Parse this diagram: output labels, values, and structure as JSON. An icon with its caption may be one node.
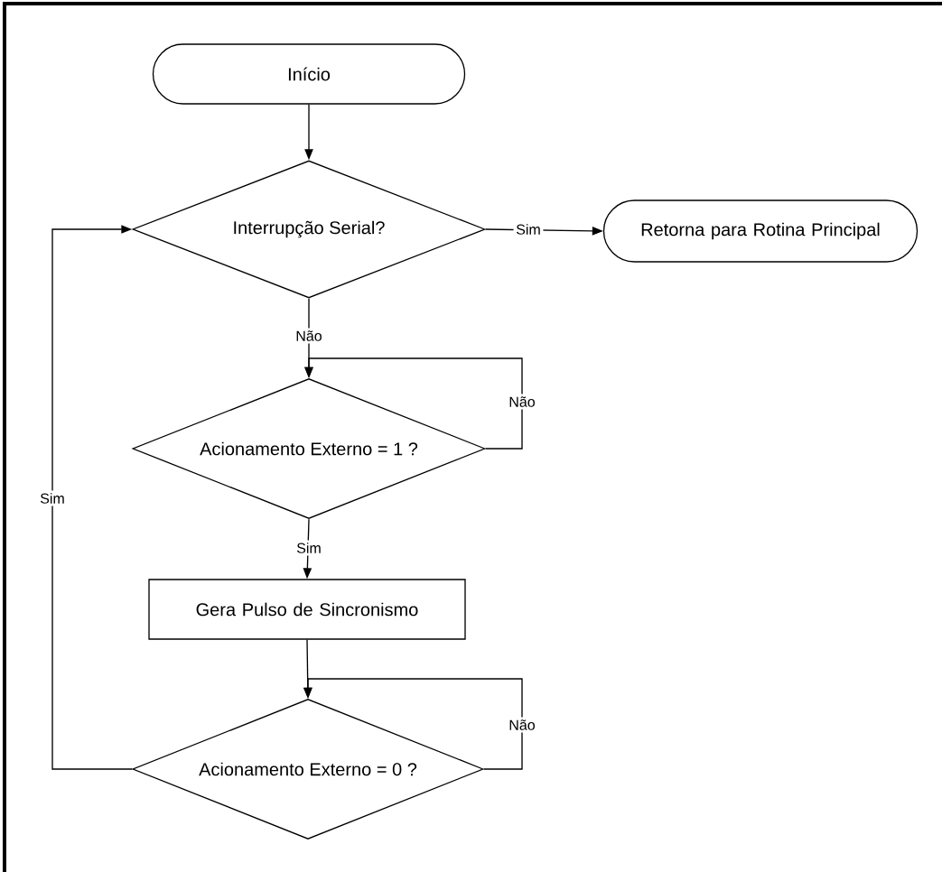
{
  "diagram": {
    "nodes": [
      {
        "text": [
          "Início"
        ]
      },
      {
        "text": [
          "Interrupção Serial?"
        ]
      },
      {
        "text": [
          "Retorna para Rotina Principal"
        ]
      },
      {
        "text": [
          "Acionamento Externo = 1 ?"
        ]
      },
      {
        "text": [
          "Gera Pulso de Sincronismo"
        ]
      },
      {
        "text": [
          "Acionamento Externo = 0 ?"
        ]
      }
    ],
    "edges": [
      {
        "from": 0,
        "to": 1,
        "arrow": "to"
      },
      {
        "from": 1,
        "to": 2,
        "arrow": "to",
        "label": "Sim"
      },
      {
        "from": 1,
        "to": 3,
        "arrow": "to",
        "label": "Não"
      },
      {
        "from": 3,
        "to": 3,
        "arrow": "to",
        "label": "Não"
      },
      {
        "from": 3,
        "to": 4,
        "arrow": "to",
        "label": "Sim"
      },
      {
        "from": 4,
        "to": 5,
        "arrow": "to"
      },
      {
        "from": 5,
        "to": 5,
        "arrow": "to",
        "label": "Não"
      },
      {
        "from": 5,
        "to": 1,
        "arrow": "to",
        "label": "Sim"
      }
    ]
  }
}
